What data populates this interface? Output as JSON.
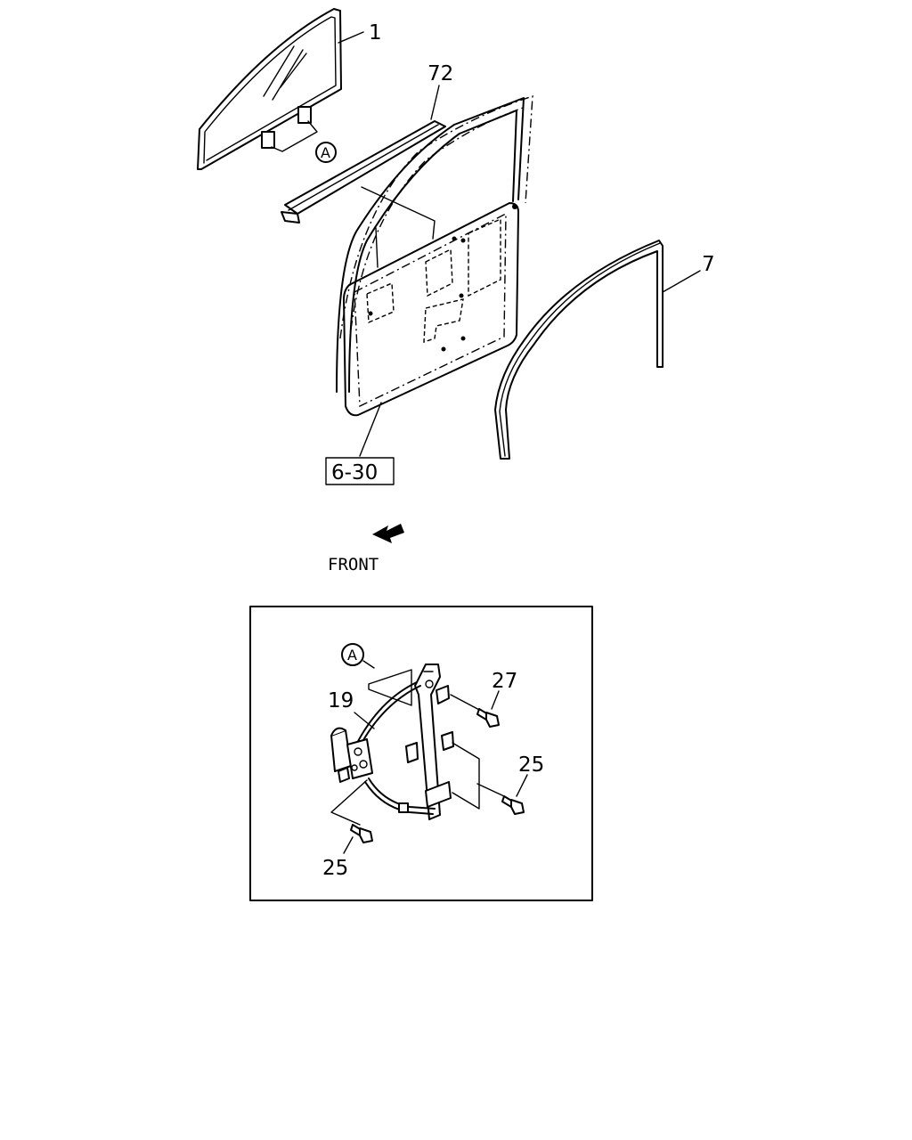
{
  "callouts": {
    "glass": "1",
    "weatherstrip_outer": "72",
    "run_channel": "7",
    "door_ref": "6-30",
    "regulator": "19",
    "bolt_top": "27",
    "bolt_right": "25",
    "bolt_bottom": "25",
    "detail_marker": "A",
    "detail_marker_inset": "A"
  },
  "direction": {
    "label": "FRONT"
  }
}
